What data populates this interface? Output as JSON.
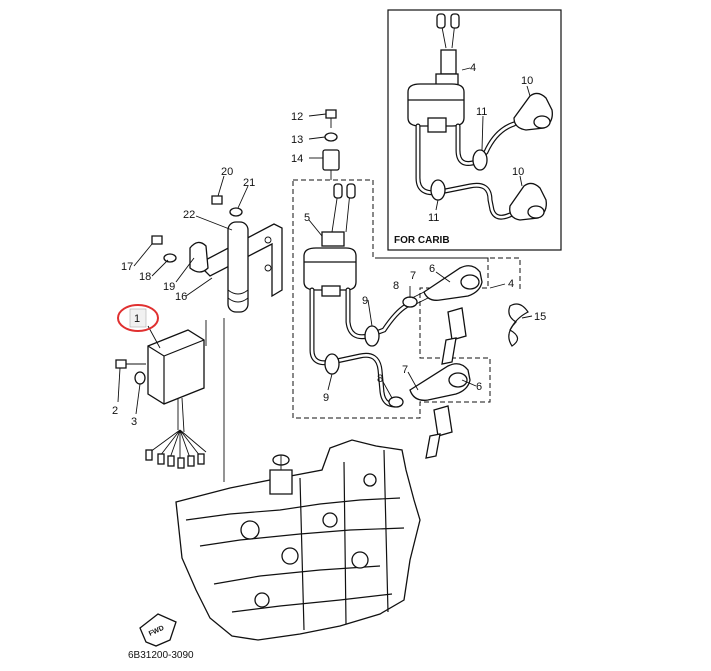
{
  "diagram": {
    "inset_title": "FOR CARIB",
    "drawing_code": "6B31200-3090",
    "fwd_label": "FWD",
    "highlight_color": "#e03030",
    "callouts": [
      {
        "id": "c1",
        "label": "1",
        "highlighted": true
      },
      {
        "id": "c2",
        "label": "2"
      },
      {
        "id": "c3",
        "label": "3"
      },
      {
        "id": "c4",
        "label": "4"
      },
      {
        "id": "c4i",
        "label": "4"
      },
      {
        "id": "c5",
        "label": "5"
      },
      {
        "id": "c6a",
        "label": "6"
      },
      {
        "id": "c6b",
        "label": "6"
      },
      {
        "id": "c7a",
        "label": "7"
      },
      {
        "id": "c7b",
        "label": "7"
      },
      {
        "id": "c8a",
        "label": "8"
      },
      {
        "id": "c8b",
        "label": "8"
      },
      {
        "id": "c9a",
        "label": "9"
      },
      {
        "id": "c9b",
        "label": "9"
      },
      {
        "id": "c10a",
        "label": "10"
      },
      {
        "id": "c10b",
        "label": "10"
      },
      {
        "id": "c11a",
        "label": "11"
      },
      {
        "id": "c11b",
        "label": "11"
      },
      {
        "id": "c12",
        "label": "12"
      },
      {
        "id": "c13",
        "label": "13"
      },
      {
        "id": "c14",
        "label": "14"
      },
      {
        "id": "c15",
        "label": "15"
      },
      {
        "id": "c16",
        "label": "16"
      },
      {
        "id": "c17",
        "label": "17"
      },
      {
        "id": "c18",
        "label": "18"
      },
      {
        "id": "c19",
        "label": "19"
      },
      {
        "id": "c20",
        "label": "20"
      },
      {
        "id": "c21",
        "label": "21"
      },
      {
        "id": "c22",
        "label": "22"
      }
    ]
  }
}
